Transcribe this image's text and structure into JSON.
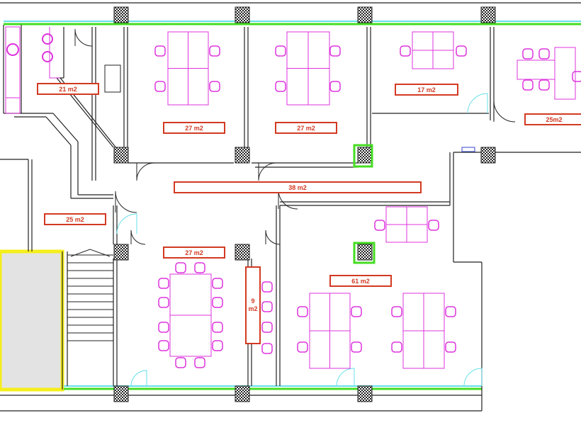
{
  "title": "Office floor plan",
  "rooms": [
    {
      "id": "kitchen",
      "label": "21 m2"
    },
    {
      "id": "office-a",
      "label": "27 m2"
    },
    {
      "id": "office-b",
      "label": "27 m2"
    },
    {
      "id": "office-c",
      "label": "17 m2"
    },
    {
      "id": "office-d",
      "label": "25m2"
    },
    {
      "id": "corridor",
      "label": "38 m2"
    },
    {
      "id": "lobby",
      "label": "25 m2"
    },
    {
      "id": "meeting",
      "label": "27 m2"
    },
    {
      "id": "small",
      "label": "9 m2"
    },
    {
      "id": "open-space",
      "label": "61 m2"
    }
  ],
  "colors": {
    "wall": "#222222",
    "furniture": "#dd33dd",
    "window": "#66e0e8",
    "window_glass": "#44dd22",
    "label": "#d23a22",
    "highlight": "#f5ee1a",
    "fill": "#e3e3e3"
  }
}
